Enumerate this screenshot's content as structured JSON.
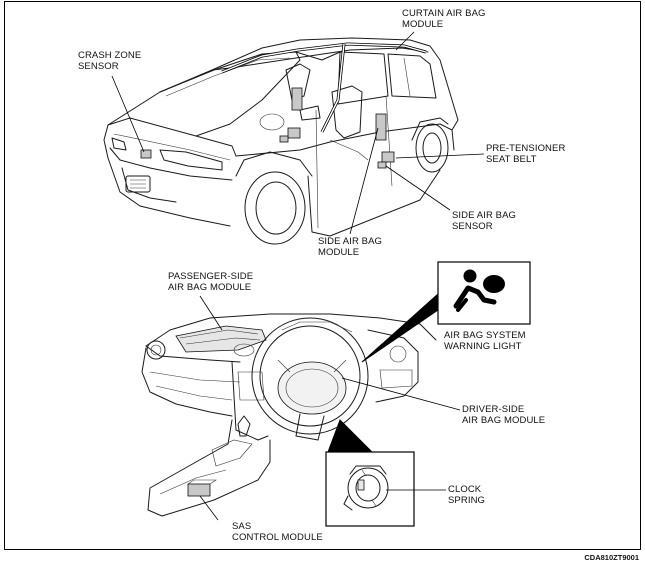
{
  "labels": {
    "curtain_air_bag": [
      "CURTAIN AIR BAG",
      "MODULE"
    ],
    "crash_zone_sensor": [
      "CRASH ZONE",
      "SENSOR"
    ],
    "pre_tensioner": [
      "PRE-TENSIONER",
      "SEAT BELT"
    ],
    "side_air_bag_sensor": [
      "SIDE AIR BAG",
      "SENSOR"
    ],
    "side_air_bag_module": [
      "SIDE AIR BAG",
      "MODULE"
    ],
    "passenger_side": [
      "PASSENGER-SIDE",
      "AIR BAG MODULE"
    ],
    "warning_light": [
      "AIR BAG SYSTEM",
      "WARNING LIGHT"
    ],
    "driver_side": [
      "DRIVER-SIDE",
      "AIR BAG MODULE"
    ],
    "clock_spring": [
      "CLOCK",
      "SPRING"
    ],
    "sas_control": [
      "SAS",
      "CONTROL MODULE"
    ]
  },
  "figure_code": "CDA810ZT9001",
  "icons": {
    "warning": "air-bag-warning-icon"
  }
}
